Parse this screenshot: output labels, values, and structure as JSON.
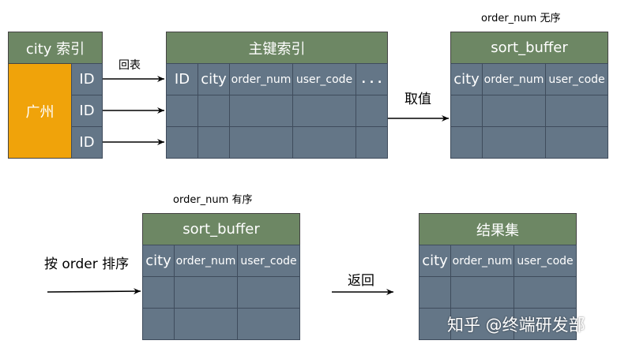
{
  "city_index": {
    "title": "city 索引",
    "city": "广州",
    "ids": [
      "ID",
      "ID",
      "ID"
    ]
  },
  "arrow_huibiao": "回表",
  "primary_key": {
    "title": "主键索引",
    "columns": [
      "ID",
      "city",
      "order_num",
      "user_code",
      ". . ."
    ]
  },
  "arrow_quzhi": "取值",
  "sort_buffer_unsorted": {
    "note": "order_num 无序",
    "title": "sort_buffer",
    "columns": [
      "city",
      "order_num",
      "user_code"
    ]
  },
  "sort_label": "按 order 排序",
  "sort_buffer_sorted": {
    "note": "order_num 有序",
    "title": "sort_buffer",
    "columns": [
      "city",
      "order_num",
      "user_code"
    ]
  },
  "arrow_fanhui": "返回",
  "result_set": {
    "title": "结果集",
    "columns": [
      "city",
      "order_num",
      "user_code"
    ]
  },
  "watermark": "知乎 @终端研发部",
  "colors": {
    "header": "#6d8764",
    "cell": "#647687",
    "highlight": "#f0a30a"
  }
}
